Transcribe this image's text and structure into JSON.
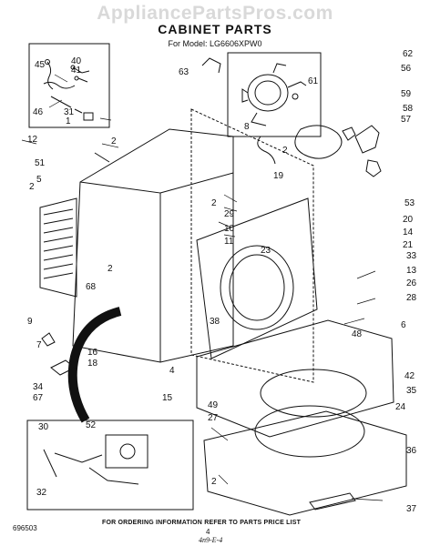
{
  "header": {
    "watermark": "AppliancePartsPros.com",
    "title": "CABINET PARTS",
    "subtitle": "For Model: LG6606XPW0"
  },
  "footer": {
    "code": "696503",
    "note": "FOR ORDERING INFORMATION REFER TO PARTS PRICE LIST",
    "page": "4",
    "handwritten": "4n9-E-4"
  },
  "callouts": [
    "45",
    "40",
    "41",
    "46",
    "31",
    "1",
    "12",
    "2",
    "51",
    "5",
    "2",
    "9",
    "7",
    "16",
    "18",
    "34",
    "67",
    "68",
    "2",
    "4",
    "15",
    "30",
    "52",
    "32",
    "2",
    "63",
    "62",
    "56",
    "61",
    "8",
    "2",
    "59",
    "58",
    "57",
    "19",
    "2",
    "29",
    "10",
    "11",
    "53",
    "20",
    "14",
    "21",
    "23",
    "38",
    "33",
    "13",
    "26",
    "28",
    "6",
    "48",
    "42",
    "35",
    "24",
    "49",
    "27",
    "36",
    "37"
  ]
}
